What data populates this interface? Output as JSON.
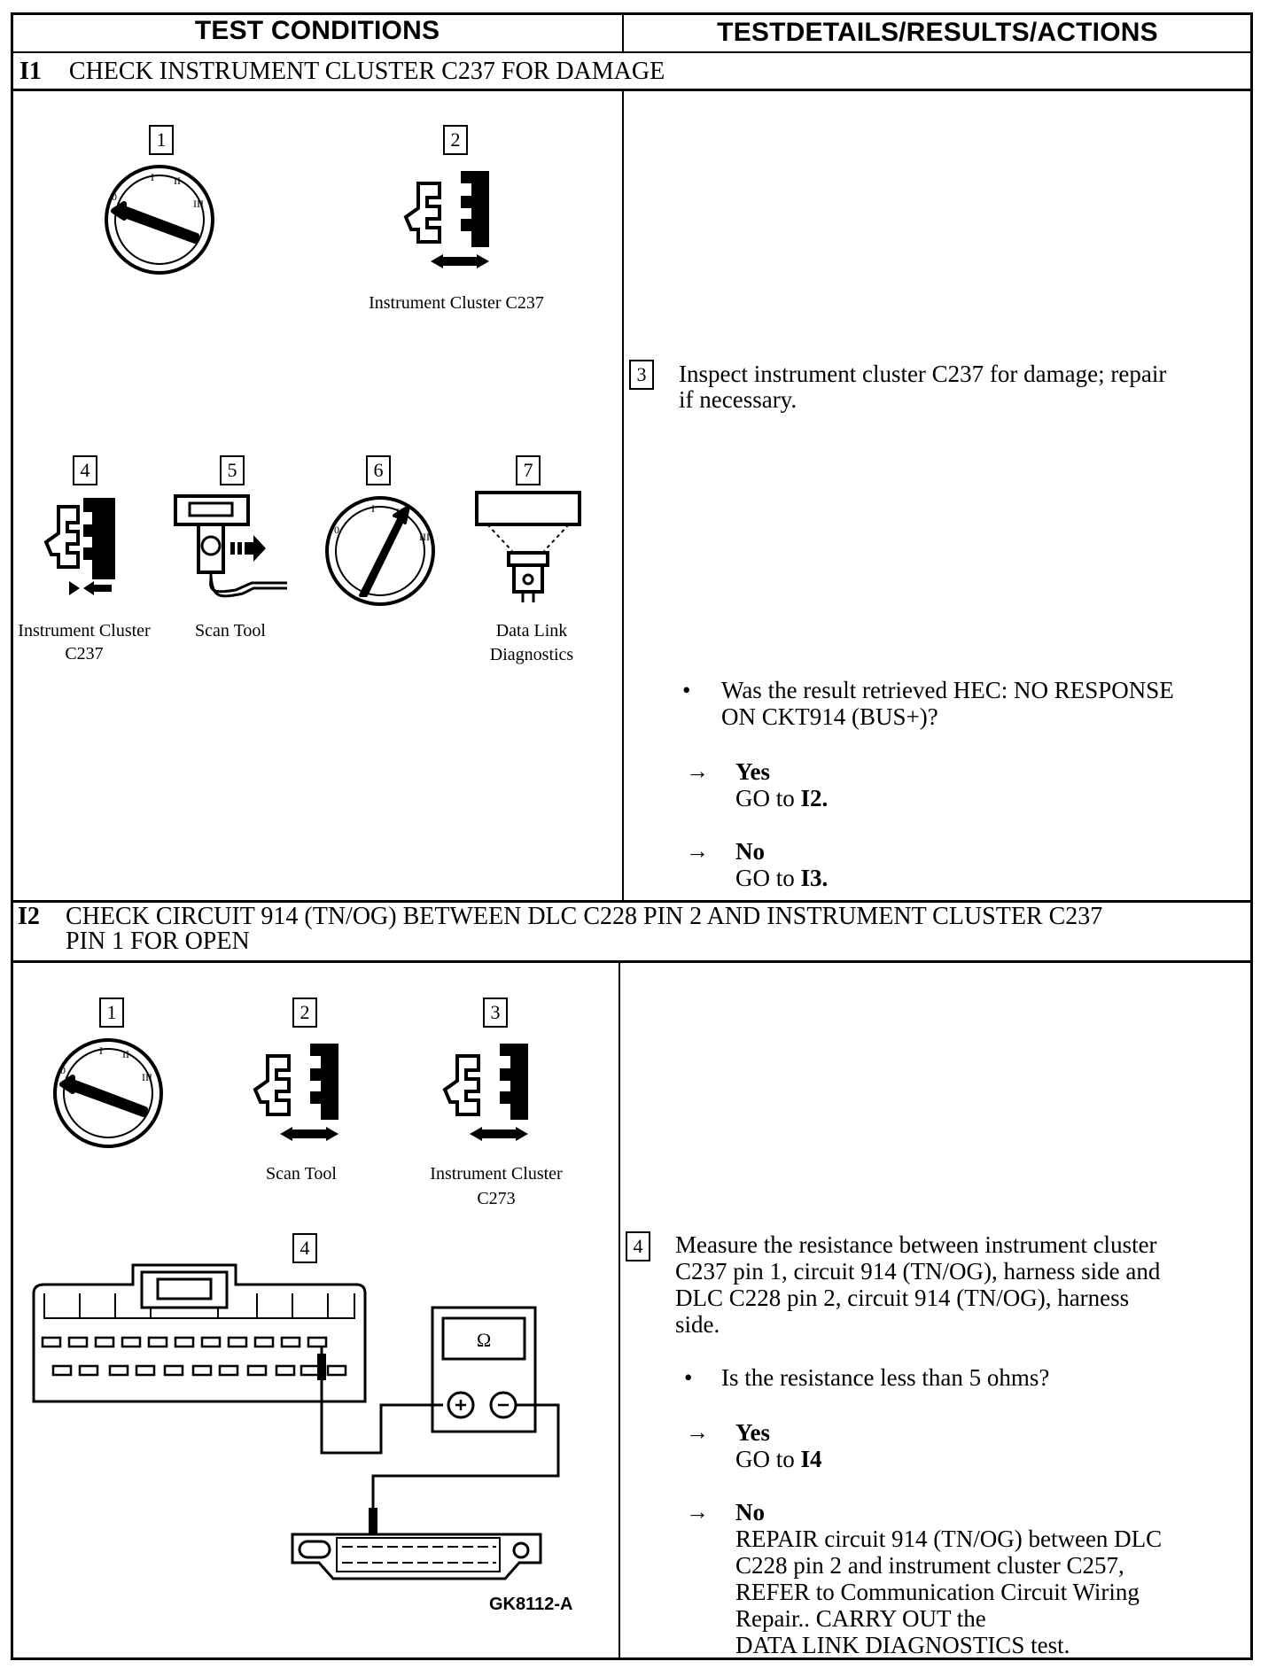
{
  "header": {
    "left": "TEST CONDITIONS",
    "right": "TESTDETAILS/RESULTS/ACTIONS"
  },
  "i1": {
    "id": "I1",
    "title": "CHECK INSTRUMENT CLUSTER C237 FOR DAMAGE",
    "steps": [
      "1",
      "2",
      "3",
      "4",
      "5",
      "6",
      "7"
    ],
    "captions": {
      "s2": "Instrument Cluster C237",
      "s4_line1": "Instrument Cluster",
      "s4_line2": "C237",
      "s5": "Scan Tool",
      "s7_line1": "Data Link",
      "s7_line2": "Diagnostics"
    },
    "step3_text_line1": "Inspect instrument cluster C237 for damage; repair",
    "step3_text_line2": "if necessary.",
    "question_line1": "Was the result retrieved HEC: NO RESPONSE",
    "question_line2": "ON CKT914 (BUS+)?",
    "yes_label": "Yes",
    "yes_prefix": "GO to",
    "yes_target": "I2.",
    "no_label": "No",
    "no_prefix": "GO to",
    "no_target": "I3."
  },
  "i2": {
    "id": "I2",
    "title_line1": "CHECK CIRCUIT 914 (TN/OG) BETWEEN DLC C228 PIN 2 AND INSTRUMENT CLUSTER C237",
    "title_line2": "PIN 1 FOR OPEN",
    "steps": [
      "1",
      "2",
      "3",
      "4"
    ],
    "captions": {
      "s2": "Scan Tool",
      "s3_line1": "Instrument Cluster",
      "s3_line2": "C273"
    },
    "meter_symbol": "Ω",
    "figure_ref": "GK8112-A",
    "step4_lines": [
      "Measure the resistance between instrument cluster",
      "C237 pin 1, circuit 914 (TN/OG), harness side and",
      "DLC C228 pin 2, circuit 914 (TN/OG), harness",
      "side."
    ],
    "question": "Is the resistance less than 5 ohms?",
    "yes_label": "Yes",
    "yes_prefix": "GO to",
    "yes_target": "I4",
    "no_label": "No",
    "no_lines": [
      "REPAIR circuit 914 (TN/OG) between DLC",
      "C228 pin 2 and instrument cluster C257,",
      "REFER to Communication Circuit Wiring",
      "Repair.. CARRY OUT the",
      "DATA LINK DIAGNOSTICS test."
    ]
  },
  "symbols": {
    "bullet": "•",
    "arrow": "→"
  }
}
